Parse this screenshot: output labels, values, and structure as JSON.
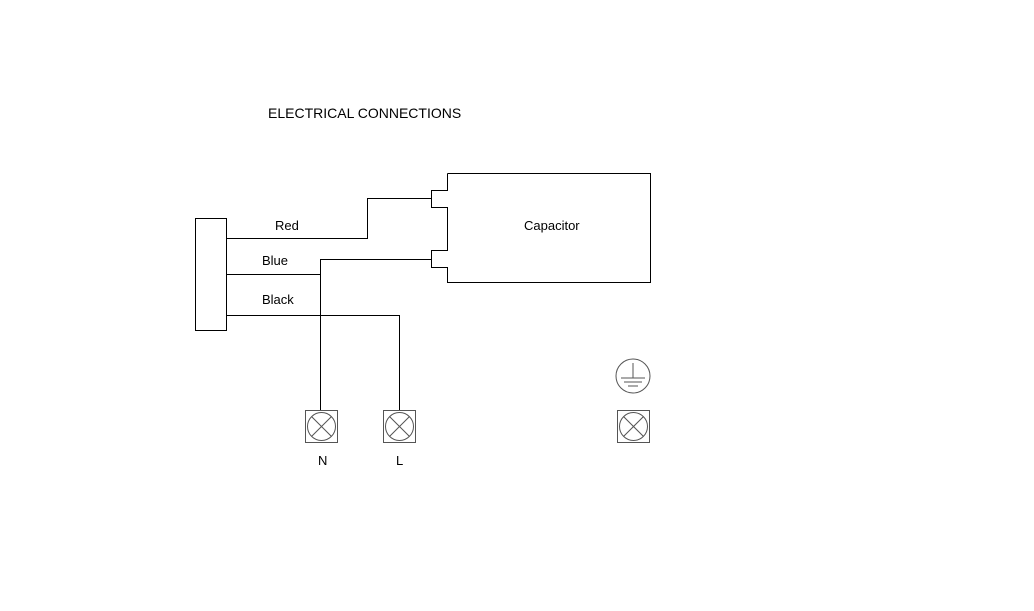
{
  "diagram": {
    "title": "ELECTRICAL CONNECTIONS",
    "component": "Capacitor",
    "wires": {
      "red": "Red",
      "blue": "Blue",
      "black": "Black"
    },
    "terminals": {
      "neutral": "N",
      "live": "L"
    },
    "icons": [
      "earth-ground-icon",
      "terminal-icon"
    ]
  }
}
